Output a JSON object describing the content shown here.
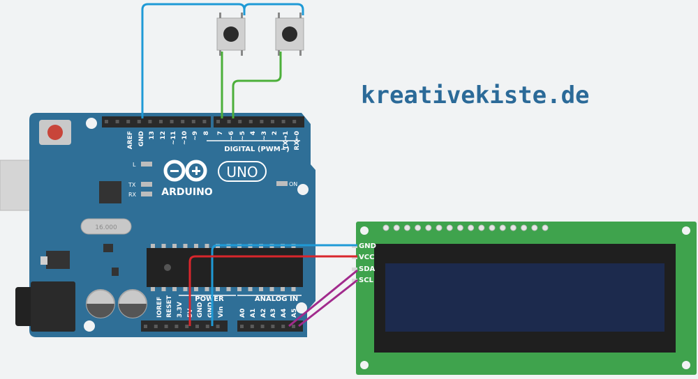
{
  "watermark": {
    "text": "kreativekiste.de"
  },
  "arduino": {
    "logo": "ARDUINO",
    "model": "UNO",
    "crystal": "16.000",
    "digital_header_label": "DIGITAL (PWM~)",
    "power_header_label": "POWER",
    "analog_header_label": "ANALOG IN",
    "led_labels": {
      "l": "L",
      "tx": "TX",
      "rx": "RX",
      "on": "ON"
    },
    "digital_pins": [
      "AREF",
      "GND",
      "13",
      "12",
      "~11",
      "~10",
      "~9",
      "8",
      "7",
      "~6",
      "~5",
      "4",
      "~3",
      "2",
      "TX→1",
      "RX←0"
    ],
    "power_pins": [
      "IOREF",
      "RESET",
      "3.3V",
      "5V",
      "GND",
      "GND",
      "Vin"
    ],
    "analog_pins": [
      "A0",
      "A1",
      "A2",
      "A3",
      "A4",
      "A5"
    ]
  },
  "lcd": {
    "pins": [
      "GND",
      "VCC",
      "SDA",
      "SCL"
    ]
  },
  "wire_colors": {
    "gnd": "#1f9ad6",
    "vcc": "#d9262c",
    "i2c": "#a12a8c",
    "button": "#4caf3a"
  },
  "colors": {
    "board": "#2f6f97",
    "lcd_pcb": "#3fa34d",
    "lcd_screen": "#1c2a4d",
    "watermark": "#2b6a98"
  }
}
